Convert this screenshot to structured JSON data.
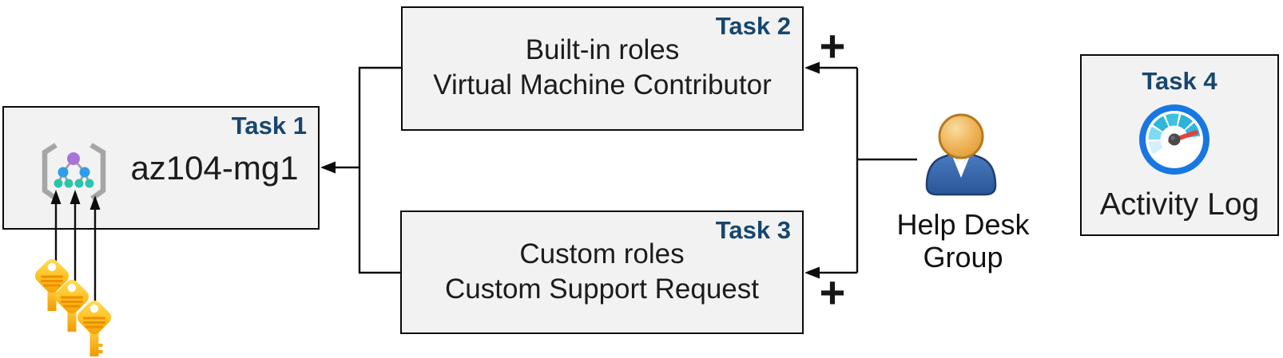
{
  "task1": {
    "label": "Task 1",
    "name": "az104-mg1"
  },
  "task2": {
    "label": "Task 2",
    "lines": [
      "Built-in roles",
      "Virtual Machine Contributor"
    ]
  },
  "task3": {
    "label": "Task 3",
    "lines": [
      "Custom roles",
      "Custom Support Request"
    ]
  },
  "task4": {
    "label": "Task 4",
    "caption": "Activity Log"
  },
  "group": {
    "lines": [
      "Help Desk",
      "Group"
    ]
  },
  "connectors": {
    "plus_top": "+",
    "plus_bottom": "+"
  },
  "icons": {
    "task1_icon": "management-group-icon",
    "task1_keys": "keys-icon",
    "group_icon": "person-icon",
    "task4_icon": "gauge-icon"
  },
  "colors": {
    "accent_label": "#17466F",
    "box_fill": "#F2F2F2",
    "box_border": "#0A0A0A",
    "line": "#0D0D0D",
    "key_gold": "#F7AC0F",
    "key_stripe": "#ED8E00",
    "mg_bracket": "#A6A6A6",
    "mg_purple": "#A873D8",
    "mg_blue": "#2F9CED",
    "mg_teal": "#2CC3AC",
    "person_body_blue": "#31619F",
    "person_head_gold": "#E8A93C",
    "gauge_ring_blue": "#1877E0",
    "gauge_segment_teal": "#2FB6D9",
    "gauge_needle_red": "#E8403D"
  }
}
